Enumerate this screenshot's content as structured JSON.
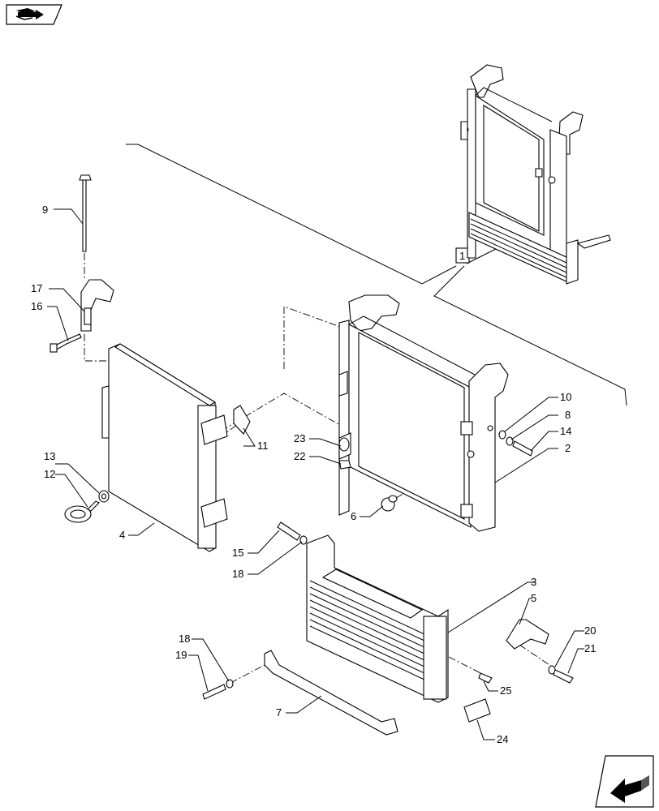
{
  "navigation": {
    "prev_icon": "book-arrow-icon",
    "next_icon": "next-page-arrow-icon"
  },
  "assembly_reference": {
    "label": "1"
  },
  "callouts": {
    "c2": "2",
    "c3": "3",
    "c4": "4",
    "c5": "5",
    "c6": "6",
    "c7": "7",
    "c8": "8",
    "c9": "9",
    "c10": "10",
    "c11": "11",
    "c12": "12",
    "c13": "13",
    "c14": "14",
    "c15": "15",
    "c16": "16",
    "c17": "17",
    "c18a": "18",
    "c18b": "18",
    "c19": "19",
    "c20": "20",
    "c21": "21",
    "c22": "22",
    "c23": "23",
    "c24": "24",
    "c25": "25"
  }
}
